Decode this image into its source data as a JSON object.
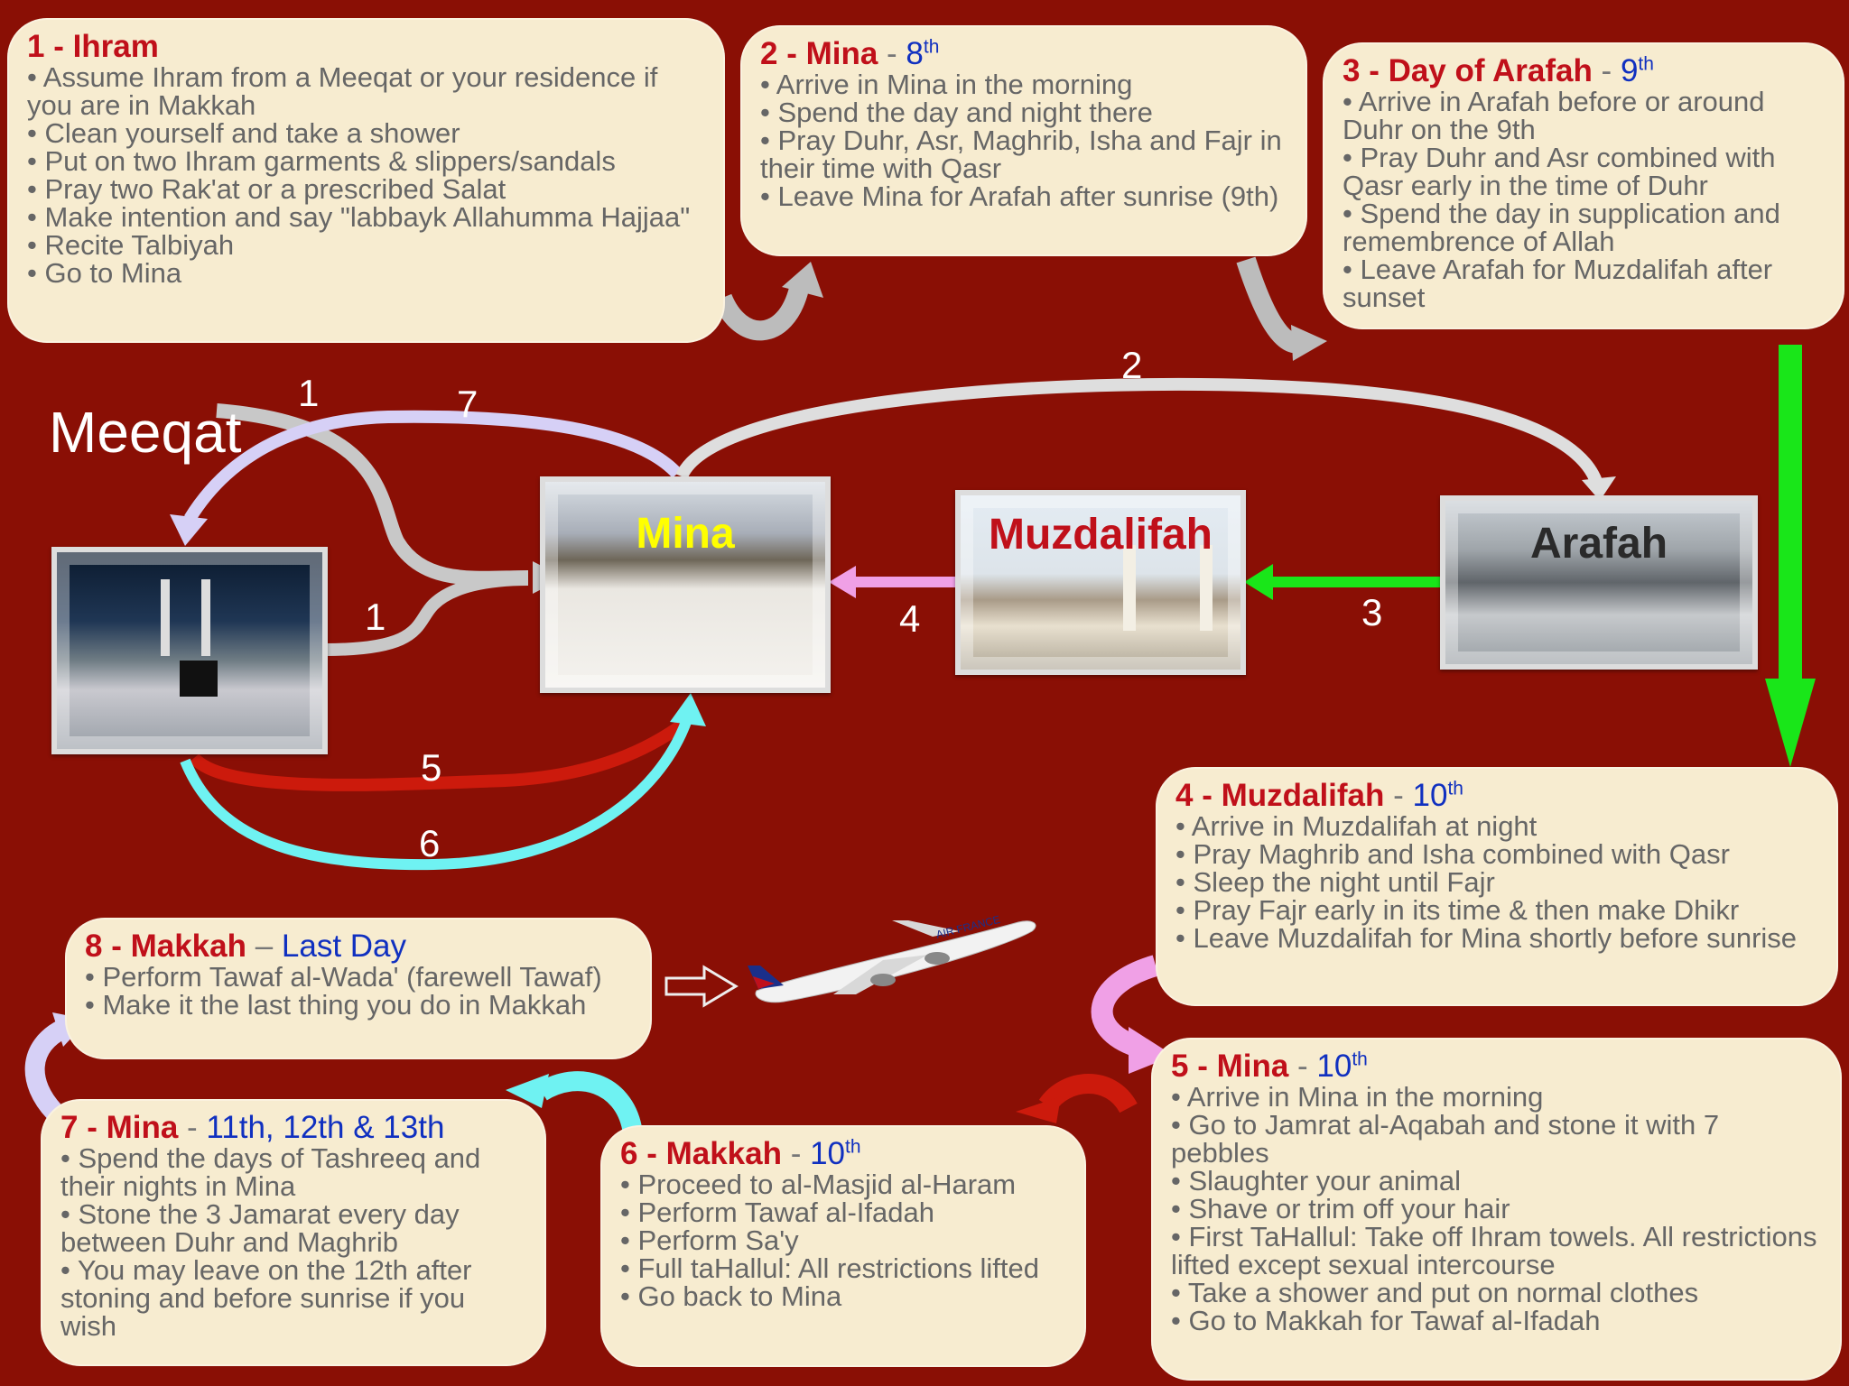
{
  "colors": {
    "background": "#8a0f05",
    "box": "#f7ecd0",
    "title_red": "#c0101a",
    "day_blue": "#1030c0",
    "arrow_grey": "#c8c8c8",
    "arrow_lavender": "#d6d0f6",
    "arrow_green": "#19e619",
    "arrow_pink": "#f0a0e6",
    "arrow_red": "#cc1a0c",
    "arrow_cyan": "#6ff2f2"
  },
  "steps": [
    {
      "title": "1 - Ihram",
      "sep": "",
      "day": "",
      "lines": [
        "Assume Ihram from a Meeqat or your residence if you are in Makkah",
        "Clean yourself and take a shower",
        "Put on two Ihram garments & slippers/sandals",
        "Pray two Rak'at or a prescribed Salat",
        "Make intention and say \"labbayk Allahumma Hajjaa\"",
        "Recite Talbiyah",
        "Go to Mina"
      ]
    },
    {
      "title": "2 - Mina",
      "sep": " - ",
      "day": "8",
      "day_sup": "th",
      "lines": [
        "Arrive in Mina in the morning",
        "Spend the day and night there",
        "Pray Duhr, Asr, Maghrib, Isha and Fajr in their time with Qasr",
        "Leave Mina for Arafah after sunrise (9th)"
      ]
    },
    {
      "title": "3 - Day of Arafah",
      "sep": " - ",
      "day": "9",
      "day_sup": "th",
      "lines": [
        "Arrive in Arafah before or around Duhr on the 9th",
        "Pray Duhr and Asr combined with Qasr early in the time of Duhr",
        "Spend the day in supplication and remembrence of Allah",
        "Leave Arafah for Muzdalifah after sunset"
      ]
    },
    {
      "title": "4 - Muzdalifah",
      "sep": " - ",
      "day": "10",
      "day_sup": "th",
      "lines": [
        "Arrive in Muzdalifah at night",
        "Pray Maghrib and Isha combined with Qasr",
        "Sleep the night until Fajr",
        "Pray Fajr early in its time & then make Dhikr",
        "Leave Muzdalifah for Mina shortly before sunrise"
      ]
    },
    {
      "title": "5 - Mina",
      "sep": " - ",
      "day": "10",
      "day_sup": "th",
      "lines": [
        "Arrive in Mina in the morning",
        "Go to Jamrat al-Aqabah and stone it with 7 pebbles",
        "Slaughter your animal",
        "Shave or trim off your hair",
        "First TaHallul: Take off Ihram towels. All restrictions lifted except sexual intercourse",
        "Take a shower and put on normal clothes",
        "Go to Makkah for Tawaf al-Ifadah"
      ]
    },
    {
      "title": "6 - Makkah",
      "sep": " - ",
      "day": "10",
      "day_sup": "th",
      "lines": [
        "Proceed to al-Masjid al-Haram",
        "Perform Tawaf al-Ifadah",
        "Perform Sa'y",
        "Full taHallul: All restrictions lifted",
        "Go back to Mina"
      ]
    },
    {
      "title": "7 - Mina",
      "sep": " - ",
      "day": "11th, 12th & 13th",
      "lines": [
        "Spend the days of Tashreeq and their nights in Mina",
        "Stone the 3 Jamarat every day between Duhr and Maghrib",
        "You may leave on the 12th after stoning and before sunrise if you wish"
      ]
    },
    {
      "title": "8 - Makkah",
      "sep": " – ",
      "day": "Last Day",
      "lines": [
        "Perform Tawaf al-Wada' (farewell Tawaf)",
        "Make it the last thing you do in Makkah"
      ]
    }
  ],
  "places": {
    "meeqat": "Meeqat",
    "mina": "Mina",
    "muzdalifah": "Muzdalifah",
    "arafah": "Arafah"
  },
  "route_numbers": [
    "1",
    "7",
    "1",
    "2",
    "3",
    "4",
    "5",
    "6"
  ],
  "airline_text": "AIR FRANCE"
}
